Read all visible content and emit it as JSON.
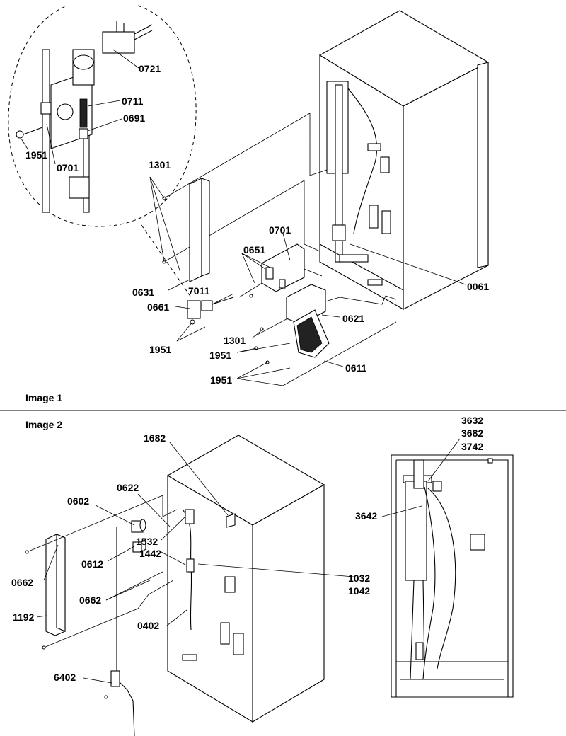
{
  "captions": {
    "image1": "Image 1",
    "image2": "Image 2"
  },
  "labels": {
    "l0721": "0721",
    "l0711": "0711",
    "l0691": "0691",
    "l1951_detail": "1951",
    "l0701_detail": "0701",
    "l1301_top": "1301",
    "l0701": "0701",
    "l0651": "0651",
    "l0631": "0631",
    "l7011": "7011",
    "l0661": "0661",
    "l1951_a": "1951",
    "l1301_b": "1301",
    "l1951_b": "1951",
    "l1951_c": "1951",
    "l0621": "0621",
    "l0061": "0061",
    "l0611": "0611",
    "l1682": "1682",
    "l0622": "0622",
    "l0602": "0602",
    "l0612": "0612",
    "l1532": "1532",
    "l1442": "1442",
    "l0662_a": "0662",
    "l0662_b": "0662",
    "l1192": "1192",
    "l0402": "0402",
    "l6402": "6402",
    "l1032": "1032",
    "l1042": "1042",
    "l3632": "3632",
    "l3682": "3682",
    "l3742": "3742",
    "l3642": "3642"
  }
}
